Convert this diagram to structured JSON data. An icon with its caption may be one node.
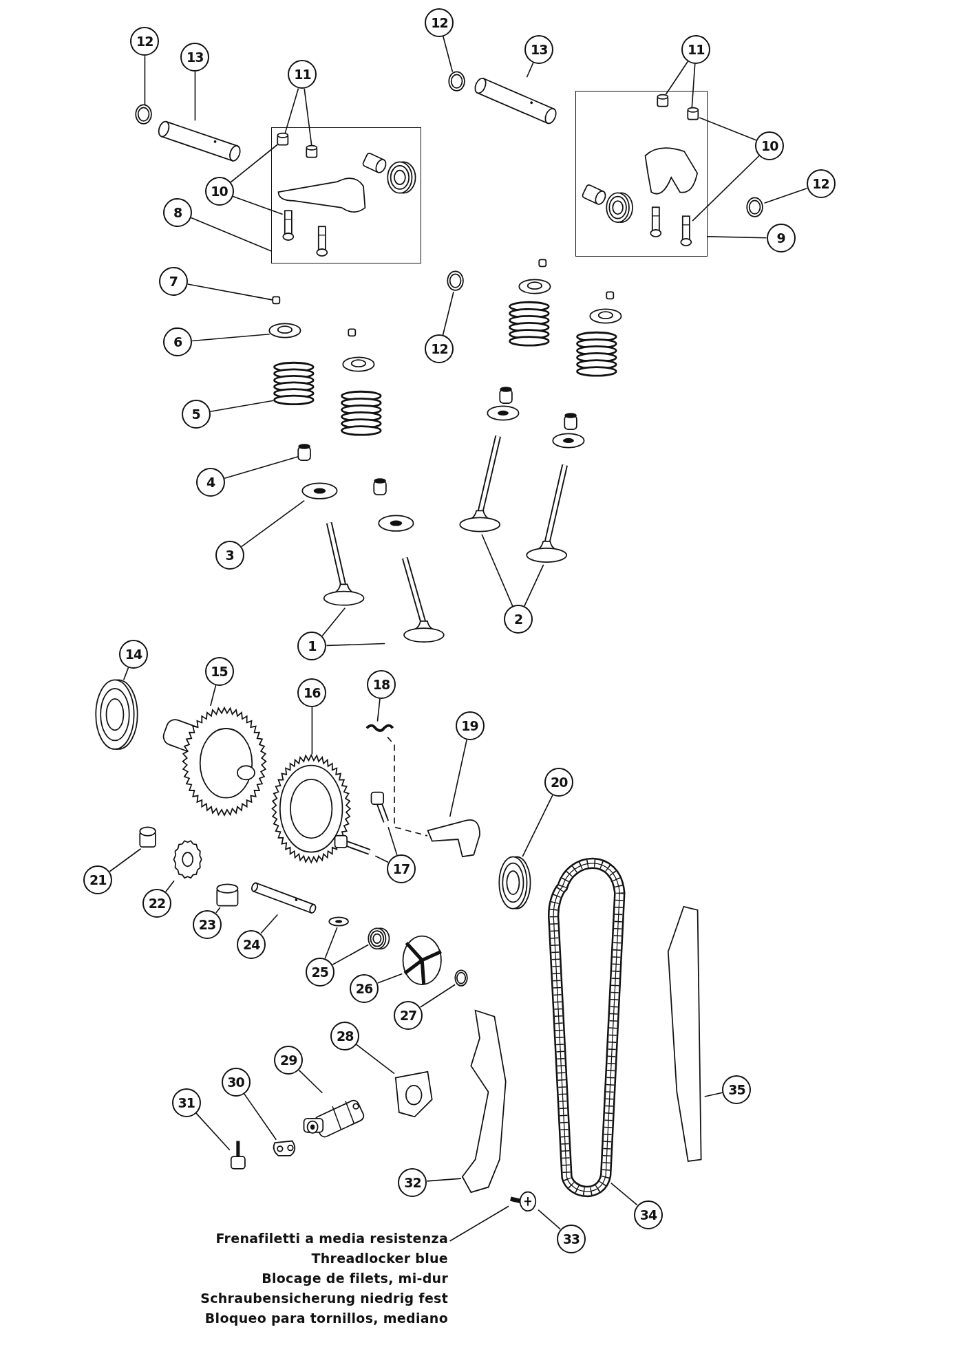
{
  "diagram": {
    "nodes": [
      {
        "text": [
          "12"
        ]
      },
      {
        "text": [
          "13"
        ]
      },
      {
        "text": [
          "11"
        ]
      },
      {
        "text": [
          "10"
        ]
      },
      {
        "text": [
          "8"
        ]
      },
      {
        "text": [],
        "shape": "box"
      },
      {
        "text": [
          "7"
        ]
      },
      {
        "text": [
          "6"
        ]
      },
      {
        "text": [
          "5"
        ]
      },
      {
        "text": [
          "4"
        ]
      },
      {
        "text": [
          "3"
        ]
      },
      {
        "text": [
          "1"
        ]
      },
      {
        "text": [
          "12"
        ]
      },
      {
        "text": [
          "13"
        ]
      },
      {
        "text": [
          "11"
        ]
      },
      {
        "text": [
          "10"
        ]
      },
      {
        "text": [
          "12"
        ]
      },
      {
        "text": [
          "9"
        ]
      },
      {
        "text": [],
        "shape": "box"
      },
      {
        "text": [
          "12"
        ]
      },
      {
        "text": [
          "2"
        ]
      },
      {
        "text": [
          "14"
        ]
      },
      {
        "text": [
          "15"
        ]
      },
      {
        "text": [
          "16"
        ]
      },
      {
        "text": [
          "18"
        ]
      },
      {
        "text": [
          "19"
        ]
      },
      {
        "text": [
          "20"
        ]
      },
      {
        "text": [
          "17"
        ]
      },
      {
        "text": [
          "21"
        ]
      },
      {
        "text": [
          "22"
        ]
      },
      {
        "text": [
          "23"
        ]
      },
      {
        "text": [
          "24"
        ]
      },
      {
        "text": [
          "25"
        ]
      },
      {
        "text": [
          "26"
        ]
      },
      {
        "text": [
          "27"
        ]
      },
      {
        "text": [
          "28"
        ]
      },
      {
        "text": [
          "29"
        ]
      },
      {
        "text": [
          "30"
        ]
      },
      {
        "text": [
          "31"
        ]
      },
      {
        "text": [
          "35"
        ]
      },
      {
        "text": [
          "32"
        ]
      },
      {
        "text": [
          "34"
        ]
      },
      {
        "text": [
          "Frenafiletti a media resistenza",
          "Threadlocker blue",
          "Blocage de filets, mi-dur",
          "Schraubensicherung niedrig fest",
          "Bloqueo para tornillos, mediano"
        ]
      },
      {
        "text": [
          "33"
        ]
      },
      {
        "text": [],
        "shape": "picture"
      },
      {
        "text": [],
        "shape": "picture"
      },
      {
        "text": [],
        "shape": "box",
        "in": 5
      },
      {
        "text": [],
        "shape": "box",
        "in": 5
      },
      {
        "text": [],
        "shape": "picture",
        "in": 5
      },
      {
        "text": [],
        "shape": "picture",
        "in": 5
      },
      {
        "text": [],
        "shape": "picture",
        "in": 5
      },
      {
        "text": [],
        "shape": "picture",
        "in": 5
      },
      {
        "text": [],
        "shape": "picture",
        "in": 5
      },
      {
        "text": [],
        "shape": "picture"
      },
      {
        "text": [],
        "shape": "picture"
      },
      {
        "text": [],
        "shape": "box",
        "in": 18
      },
      {
        "text": [],
        "shape": "box",
        "in": 18
      },
      {
        "text": [],
        "shape": "picture",
        "in": 18
      },
      {
        "text": [],
        "shape": "picture",
        "in": 18
      },
      {
        "text": [],
        "shape": "picture",
        "in": 18
      },
      {
        "text": [],
        "shape": "picture",
        "in": 18
      },
      {
        "text": [],
        "shape": "picture",
        "in": 18
      },
      {
        "text": [],
        "shape": "picture"
      },
      {
        "text": [],
        "shape": "picture"
      },
      {
        "text": [],
        "shape": "box"
      },
      {
        "text": [],
        "shape": "picture"
      },
      {
        "text": [],
        "shape": "picture"
      },
      {
        "text": [],
        "shape": "cylinder"
      },
      {
        "text": [],
        "shape": "picture"
      },
      {
        "text": [],
        "shape": "box"
      },
      {
        "text": [],
        "shape": "picture"
      },
      {
        "text": [],
        "shape": "picture"
      },
      {
        "text": [],
        "shape": "cylinder"
      },
      {
        "text": [],
        "shape": "picture"
      },
      {
        "text": [],
        "shape": "picture"
      },
      {
        "text": [],
        "shape": "picture"
      },
      {
        "text": [],
        "shape": "box"
      },
      {
        "text": [],
        "shape": "picture"
      },
      {
        "text": [],
        "shape": "picture"
      },
      {
        "text": [],
        "shape": "box"
      },
      {
        "text": [],
        "shape": "picture"
      },
      {
        "text": [],
        "shape": "picture"
      },
      {
        "text": [],
        "shape": "cylinder"
      },
      {
        "text": [],
        "shape": "picture"
      },
      {
        "text": [],
        "shape": "cylinder"
      },
      {
        "text": [],
        "shape": "picture"
      },
      {
        "text": [],
        "shape": "picture"
      },
      {
        "text": [],
        "shape": "picture"
      },
      {
        "text": [],
        "shape": "picture"
      },
      {
        "text": [],
        "shape": "picture"
      },
      {
        "text": [],
        "shape": "picture"
      },
      {
        "text": [],
        "shape": "picture"
      },
      {
        "text": [],
        "shape": "picture"
      },
      {
        "text": [],
        "shape": "picture"
      },
      {
        "text": [],
        "shape": "picture"
      },
      {
        "text": [],
        "shape": "picture"
      },
      {
        "text": [],
        "shape": "cylinder"
      },
      {
        "text": [],
        "shape": "picture"
      },
      {
        "text": [],
        "shape": "cylinder"
      },
      {
        "text": [],
        "shape": "picture"
      },
      {
        "text": [],
        "shape": "picture"
      },
      {
        "text": [],
        "shape": "picture"
      },
      {
        "text": [],
        "shape": "picture"
      },
      {
        "text": [],
        "shape": "picture"
      },
      {
        "text": [],
        "shape": "picture"
      },
      {
        "text": [],
        "shape": "picture"
      },
      {
        "text": [],
        "shape": "picture"
      },
      {
        "text": [],
        "shape": "picture"
      },
      {
        "text": [],
        "shape": "picture"
      },
      {
        "text": [],
        "shape": "picture"
      },
      {
        "text": [],
        "shape": "chain"
      },
      {
        "text": [],
        "shape": "picture"
      }
    ],
    "edges": [
      {
        "from": 0,
        "to": 44,
        "arrow": "none"
      },
      {
        "from": 1,
        "to": 45,
        "arrow": "none"
      },
      {
        "from": 2,
        "to": 46,
        "arrow": "none"
      },
      {
        "from": 2,
        "to": 47,
        "arrow": "none"
      },
      {
        "from": 3,
        "to": 46,
        "arrow": "none"
      },
      {
        "from": 3,
        "to": 51,
        "arrow": "none"
      },
      {
        "from": 4,
        "to": 5,
        "arrow": "none"
      },
      {
        "from": 6,
        "to": 64,
        "arrow": "none"
      },
      {
        "from": 7,
        "to": 65,
        "arrow": "none"
      },
      {
        "from": 8,
        "to": 66,
        "arrow": "none"
      },
      {
        "from": 9,
        "to": 67,
        "arrow": "none"
      },
      {
        "from": 10,
        "to": 68,
        "arrow": "none"
      },
      {
        "from": 11,
        "to": 74,
        "arrow": "none"
      },
      {
        "from": 11,
        "to": 75,
        "arrow": "none"
      },
      {
        "from": 12,
        "to": 53,
        "arrow": "none"
      },
      {
        "from": 13,
        "to": 54,
        "arrow": "none"
      },
      {
        "from": 14,
        "to": 55,
        "arrow": "none"
      },
      {
        "from": 14,
        "to": 56,
        "arrow": "none"
      },
      {
        "from": 15,
        "to": 56,
        "arrow": "none"
      },
      {
        "from": 15,
        "to": 61,
        "arrow": "none"
      },
      {
        "from": 16,
        "to": 62,
        "arrow": "none"
      },
      {
        "from": 17,
        "to": 18,
        "arrow": "none"
      },
      {
        "from": 19,
        "to": 63,
        "arrow": "none"
      },
      {
        "from": 20,
        "to": 86,
        "arrow": "none"
      },
      {
        "from": 20,
        "to": 87,
        "arrow": "none"
      },
      {
        "from": 21,
        "to": 88,
        "arrow": "none"
      },
      {
        "from": 22,
        "to": 89,
        "arrow": "none"
      },
      {
        "from": 23,
        "to": 90,
        "arrow": "none"
      },
      {
        "from": 24,
        "to": 91,
        "arrow": "none"
      },
      {
        "from": 25,
        "to": 92,
        "arrow": "none"
      },
      {
        "from": 26,
        "to": 95,
        "arrow": "none"
      },
      {
        "from": 27,
        "to": 93,
        "arrow": "none"
      },
      {
        "from": 27,
        "to": 94,
        "arrow": "none"
      },
      {
        "from": 28,
        "to": 96,
        "arrow": "none"
      },
      {
        "from": 29,
        "to": 97,
        "arrow": "none"
      },
      {
        "from": 30,
        "to": 98,
        "arrow": "none"
      },
      {
        "from": 31,
        "to": 99,
        "arrow": "none"
      },
      {
        "from": 32,
        "to": 100,
        "arrow": "none"
      },
      {
        "from": 32,
        "to": 101,
        "arrow": "none"
      },
      {
        "from": 33,
        "to": 102,
        "arrow": "none"
      },
      {
        "from": 34,
        "to": 103,
        "arrow": "none"
      },
      {
        "from": 35,
        "to": 104,
        "arrow": "none"
      },
      {
        "from": 36,
        "to": 105,
        "arrow": "none"
      },
      {
        "from": 37,
        "to": 106,
        "arrow": "none"
      },
      {
        "from": 38,
        "to": 107,
        "arrow": "none"
      },
      {
        "from": 39,
        "to": 111,
        "arrow": "none"
      },
      {
        "from": 40,
        "to": 108,
        "arrow": "none"
      },
      {
        "from": 41,
        "to": 110,
        "arrow": "none"
      },
      {
        "from": 42,
        "to": 109,
        "arrow": "none"
      },
      {
        "from": 43,
        "to": 109,
        "arrow": "none"
      },
      {
        "from": 91,
        "to": 92,
        "arrow": "none",
        "style": "dashed"
      }
    ]
  }
}
